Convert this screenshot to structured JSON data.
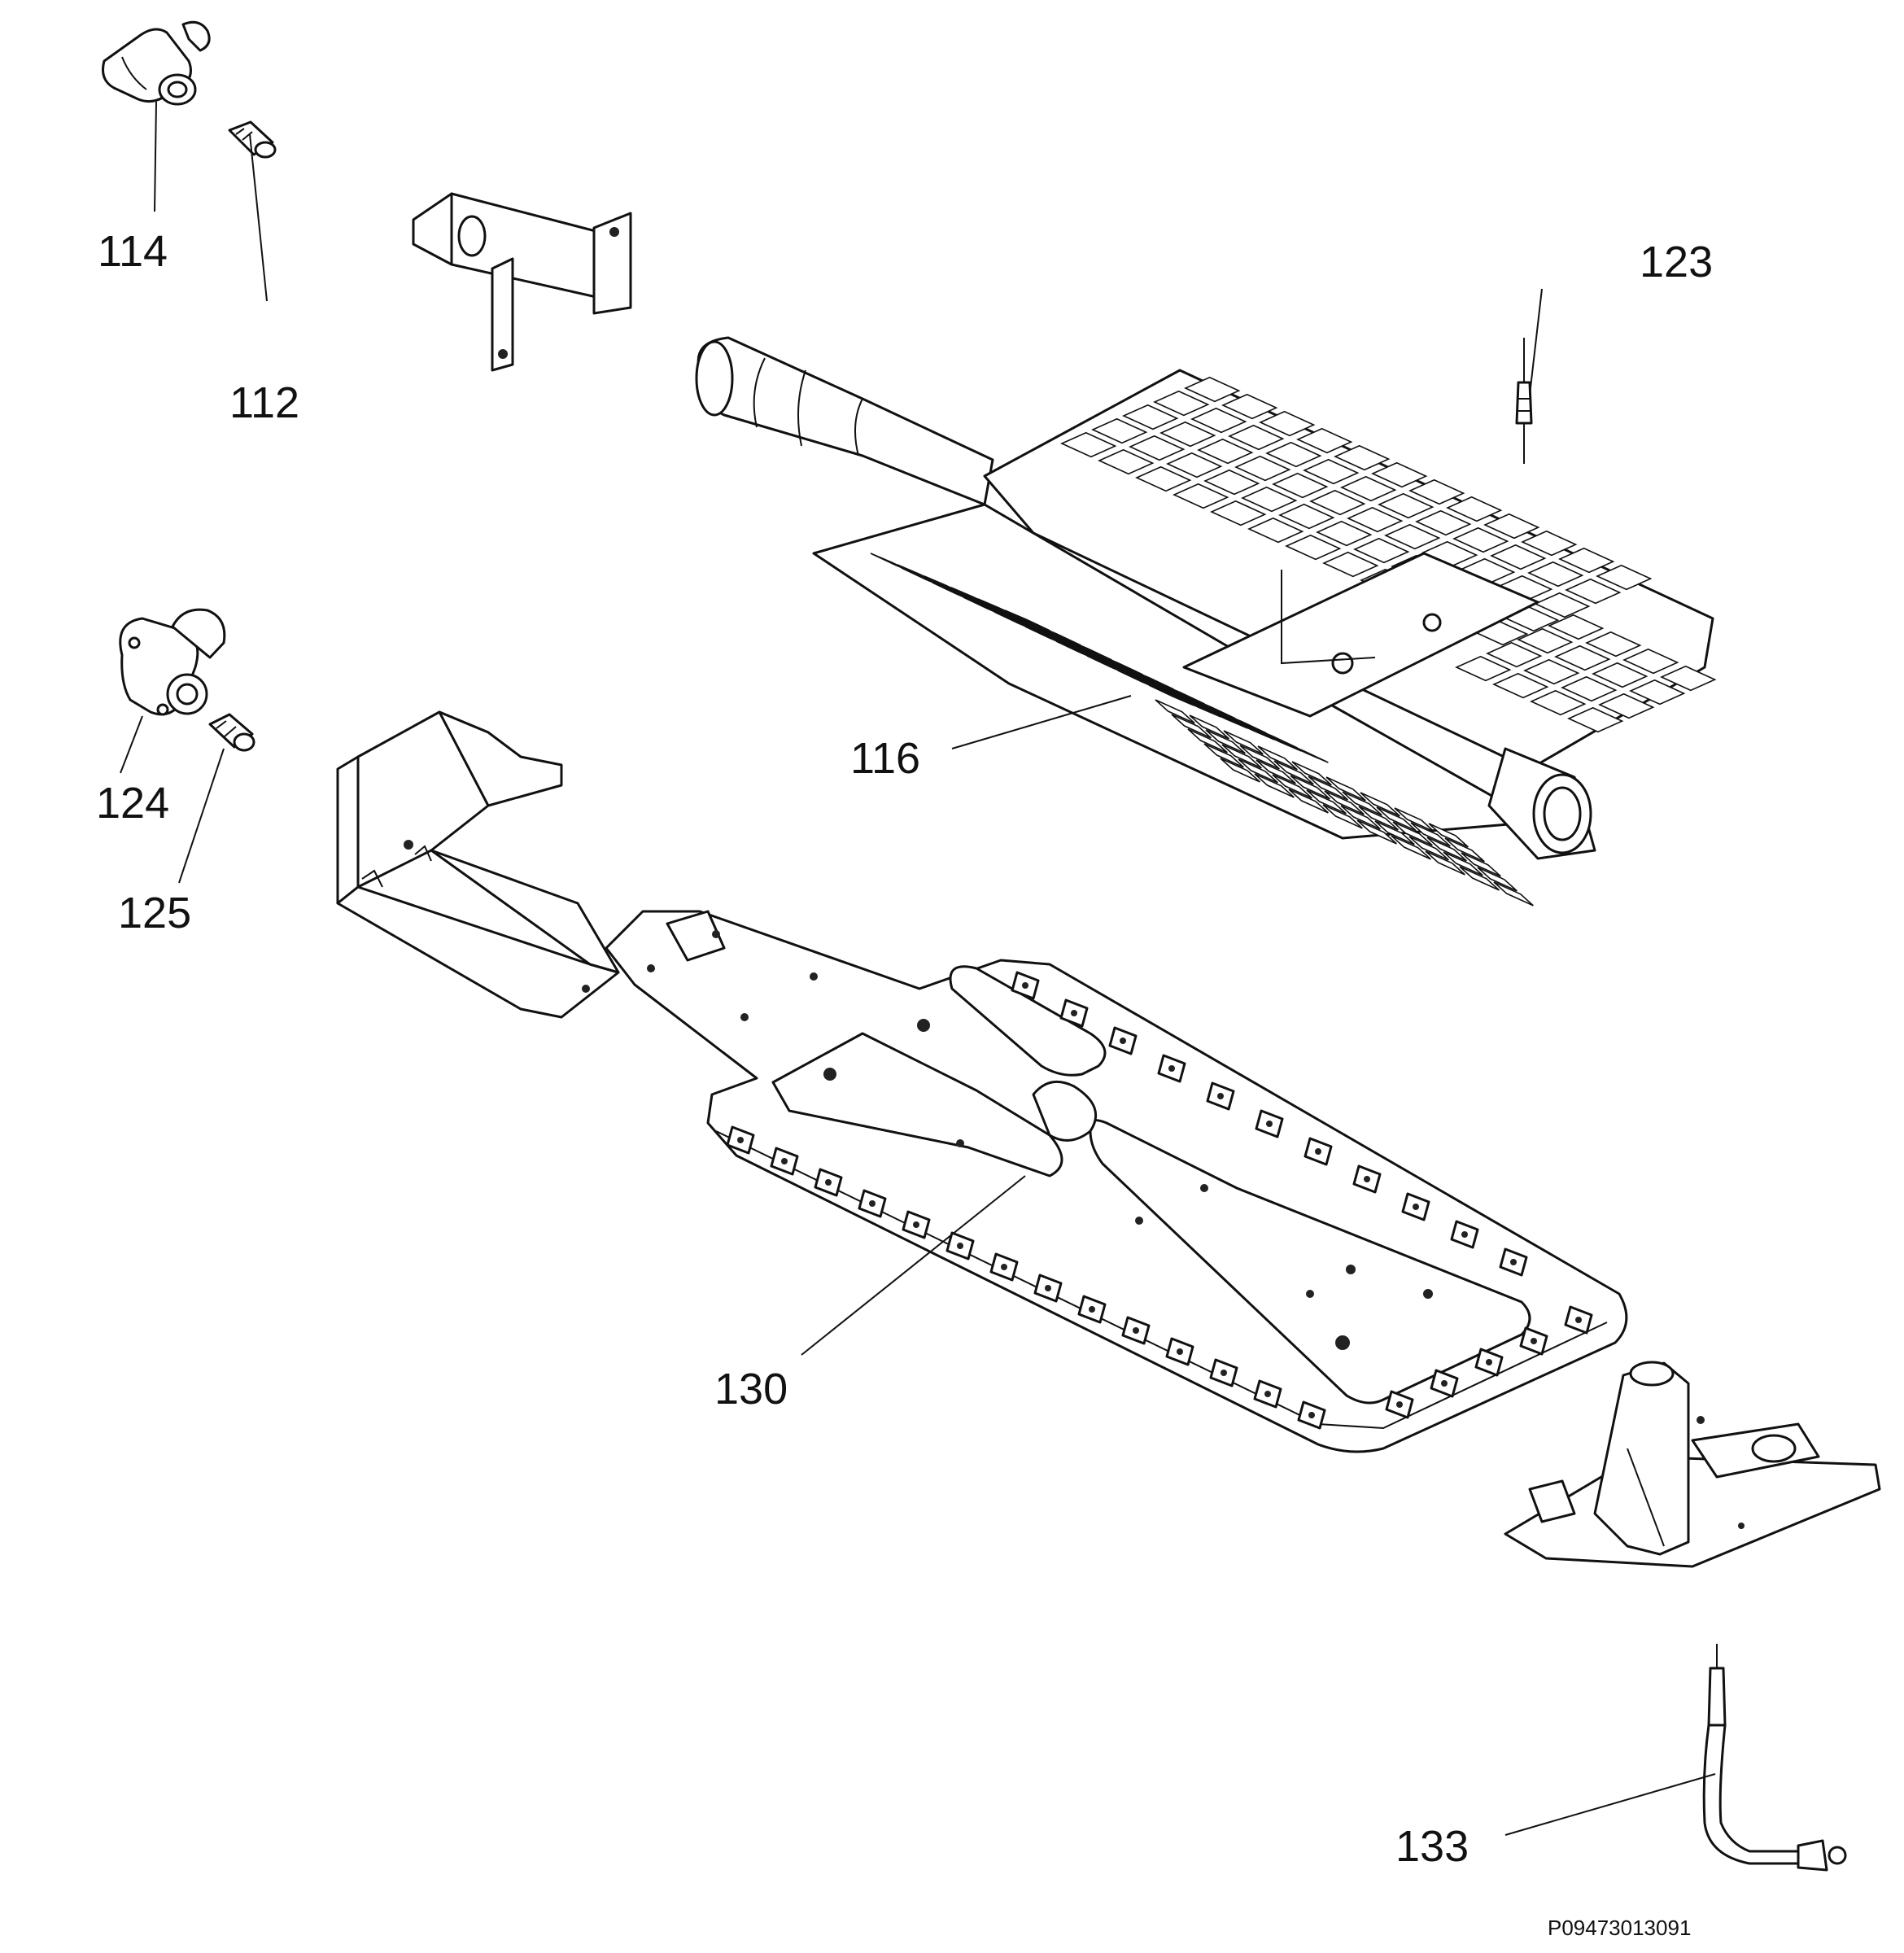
{
  "diagram": {
    "callouts": [
      {
        "id": "114",
        "text": "114"
      },
      {
        "id": "112",
        "text": "112"
      },
      {
        "id": "123",
        "text": "123"
      },
      {
        "id": "116",
        "text": "116"
      },
      {
        "id": "124",
        "text": "124"
      },
      {
        "id": "125",
        "text": "125"
      },
      {
        "id": "130",
        "text": "130"
      },
      {
        "id": "133",
        "text": "133"
      }
    ],
    "drawing_number": "P09473013091"
  },
  "colors": {
    "ink": "#111111",
    "paper": "#ffffff"
  }
}
